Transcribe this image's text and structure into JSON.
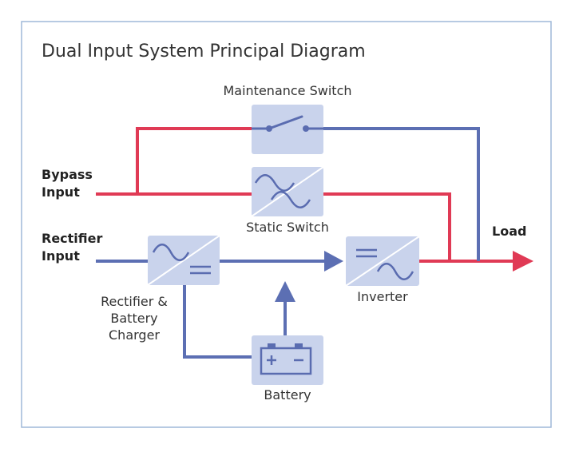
{
  "title": "Dual Input System Principal Diagram",
  "labels": {
    "maintenance_switch": "Maintenance Switch",
    "bypass_input_1": "Bypass",
    "bypass_input_2": "Input",
    "static_switch": "Static Switch",
    "rectifier_input_1": "Rectifier",
    "rectifier_input_2": "Input",
    "load": "Load",
    "rectifier_charger_1": "Rectifier &",
    "rectifier_charger_2": "Battery",
    "rectifier_charger_3": "Charger",
    "inverter": "Inverter",
    "battery": "Battery"
  },
  "colors": {
    "frame": "#9fb8d8",
    "block_fill": "#c9d3ec",
    "blue_line": "#5c6fb3",
    "red_line": "#e03a55",
    "symbol": "#5a6cb0"
  }
}
